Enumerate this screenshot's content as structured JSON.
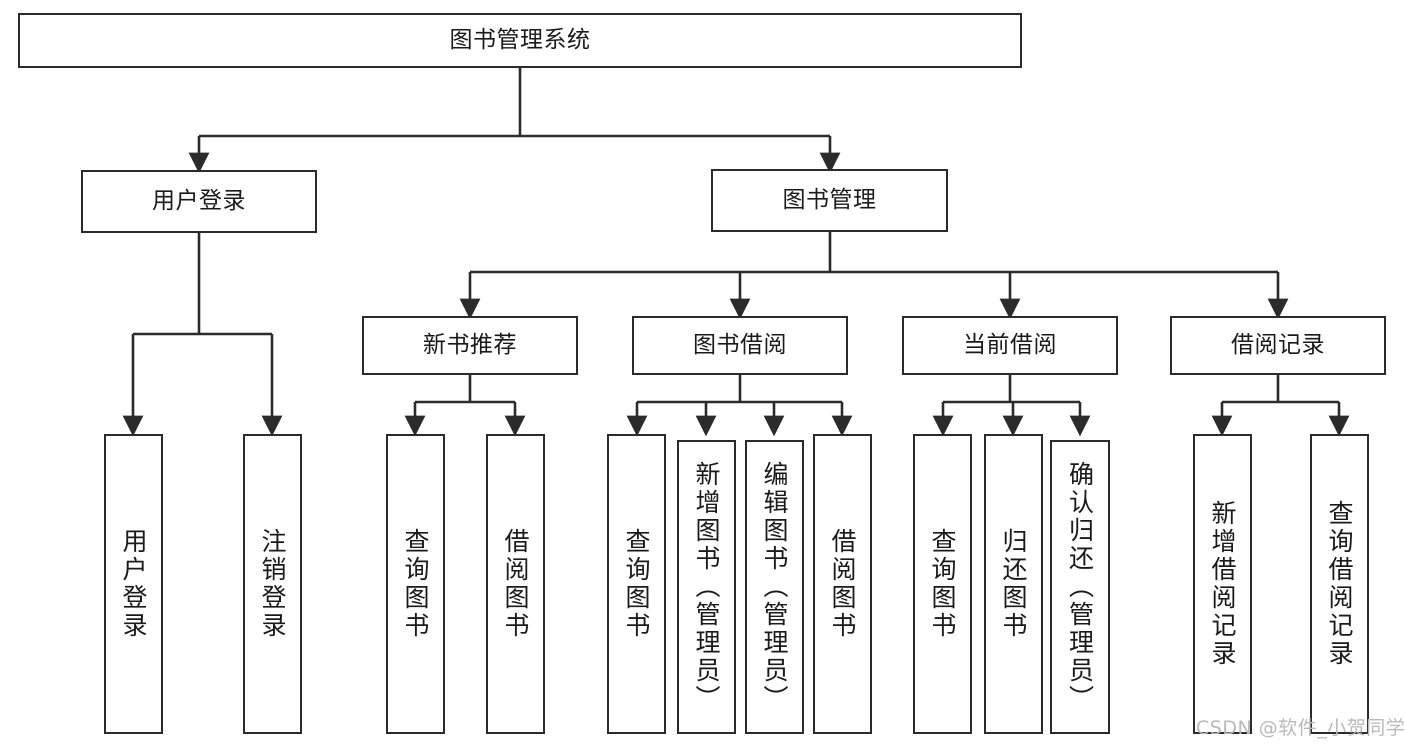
{
  "diagram": {
    "title": "图书管理系统",
    "type": "tree-hierarchy-chart",
    "colors": {
      "stroke": "#2b2b2b",
      "fill": "#ffffff",
      "text": "#1a1a1a",
      "watermark": "#b9b9b9"
    },
    "root": {
      "label": "图书管理系统"
    },
    "level2": [
      {
        "label": "用户登录"
      },
      {
        "label": "图书管理"
      }
    ],
    "level3": [
      {
        "label": "新书推荐"
      },
      {
        "label": "图书借阅"
      },
      {
        "label": "当前借阅"
      },
      {
        "label": "借阅记录"
      }
    ],
    "leaves": {
      "user_login": [
        {
          "label": "用户登录"
        },
        {
          "label": "注销登录"
        }
      ],
      "new_book": [
        {
          "label": "查询图书"
        },
        {
          "label": "借阅图书"
        }
      ],
      "book_borrow": [
        {
          "label": "查询图书"
        },
        {
          "label": "新增图书（管理员）"
        },
        {
          "label": "编辑图书（管理员）"
        },
        {
          "label": "借阅图书"
        }
      ],
      "current_borrow": [
        {
          "label": "查询图书"
        },
        {
          "label": "归还图书"
        },
        {
          "label": "确认归还（管理员）"
        }
      ],
      "borrow_record": [
        {
          "label": "新增借阅记录"
        },
        {
          "label": "查询借阅记录"
        }
      ]
    }
  },
  "watermark": {
    "text": "CSDN @软件_小贺同学"
  }
}
